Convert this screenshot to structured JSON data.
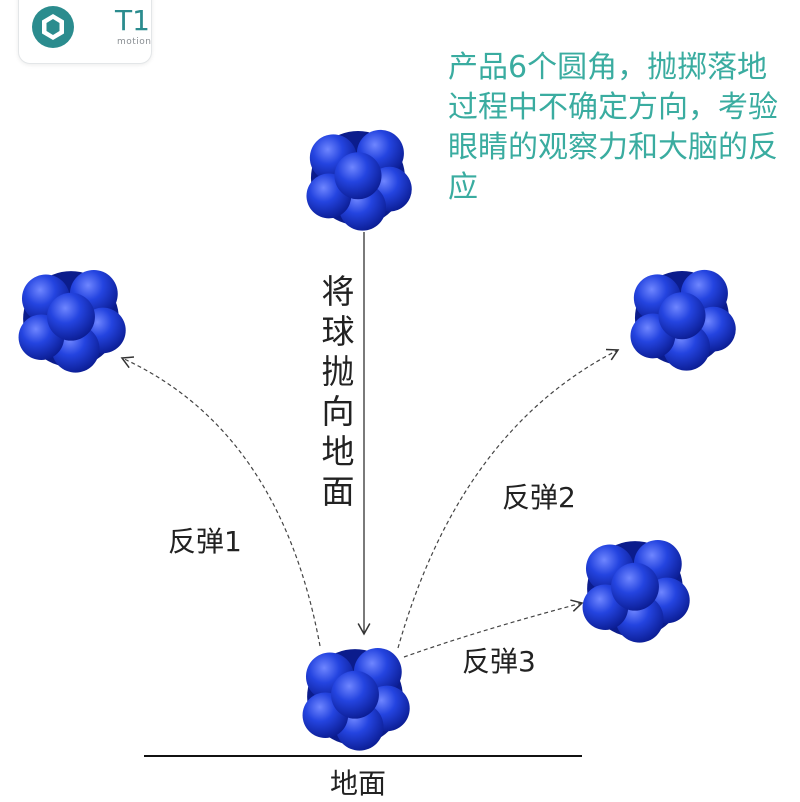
{
  "logo": {
    "title": "T1",
    "subtitle": "motion"
  },
  "description": "产品6个圆角，抛掷落地过程中不确定方向，考验眼睛的观察力和大脑的反应",
  "throw_label": "将球抛向地面",
  "bounces": {
    "b1": "反弹1",
    "b2": "反弹2",
    "b3": "反弹3"
  },
  "ground_label": "地面",
  "colors": {
    "ball": "#1f3fd6",
    "ball_dark": "#0b1c8c",
    "accent_text": "#3aaca0",
    "logo_teal": "#2b8c8e"
  },
  "icons": {
    "logo": "hexagon-logo-icon",
    "ball": "reaction-ball-icon"
  }
}
